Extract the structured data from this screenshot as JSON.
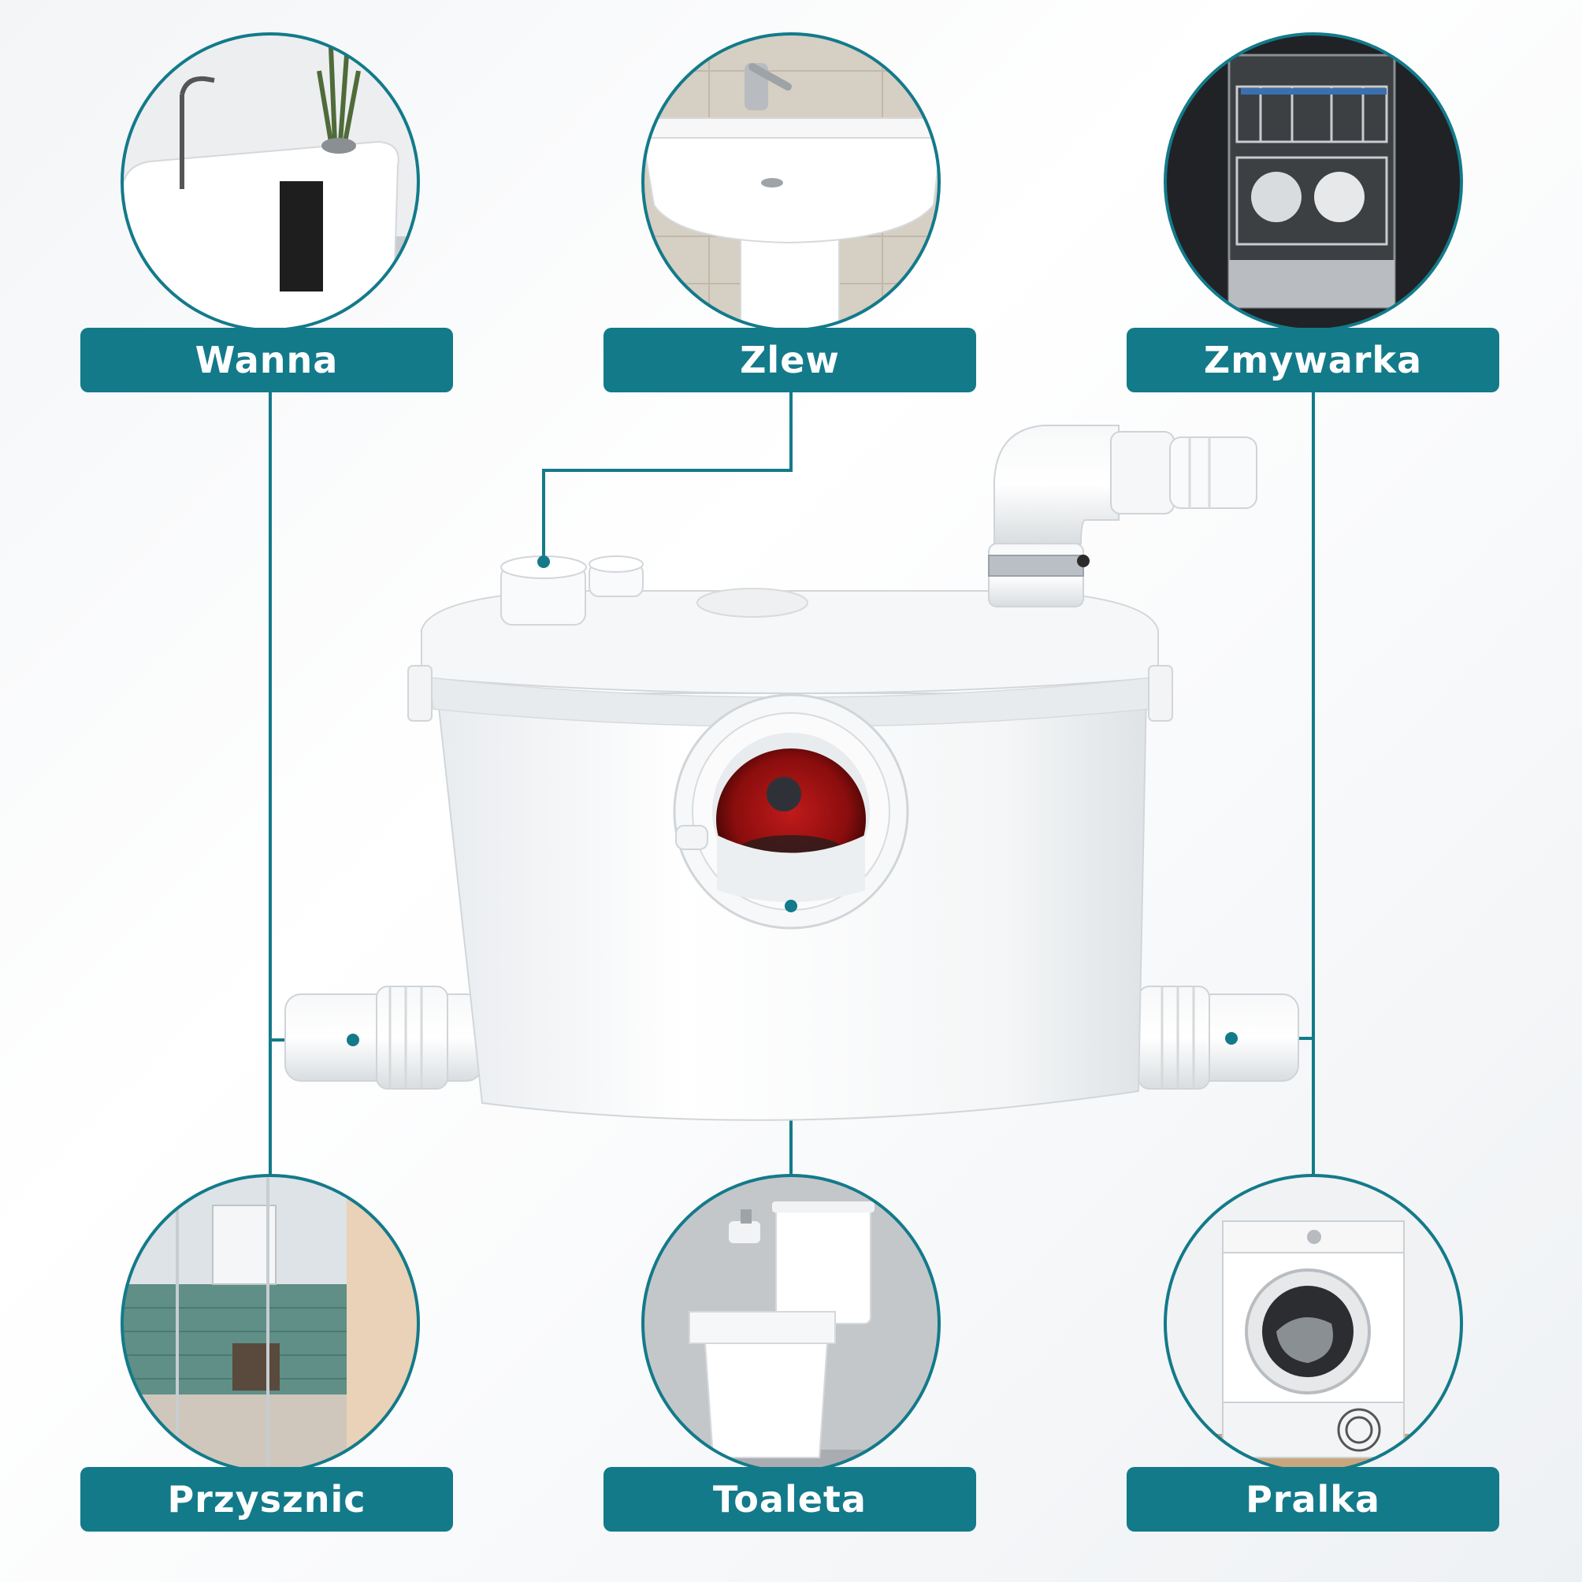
{
  "colors": {
    "accent": "#137a8a",
    "label_text": "#ffffff",
    "background": "#f4f6f8"
  },
  "appliances": [
    {
      "id": "wanna",
      "label": "Wanna",
      "icon": "bathtub-icon"
    },
    {
      "id": "zlew",
      "label": "Zlew",
      "icon": "sink-icon"
    },
    {
      "id": "zmywarka",
      "label": "Zmywarka",
      "icon": "dishwasher-icon"
    },
    {
      "id": "przysznic",
      "label": "Przysznic",
      "icon": "shower-icon"
    },
    {
      "id": "toaleta",
      "label": "Toaleta",
      "icon": "toilet-icon"
    },
    {
      "id": "pralka",
      "label": "Pralka",
      "icon": "washing-machine-icon"
    }
  ],
  "device": {
    "icon": "macerator-pump-icon"
  }
}
